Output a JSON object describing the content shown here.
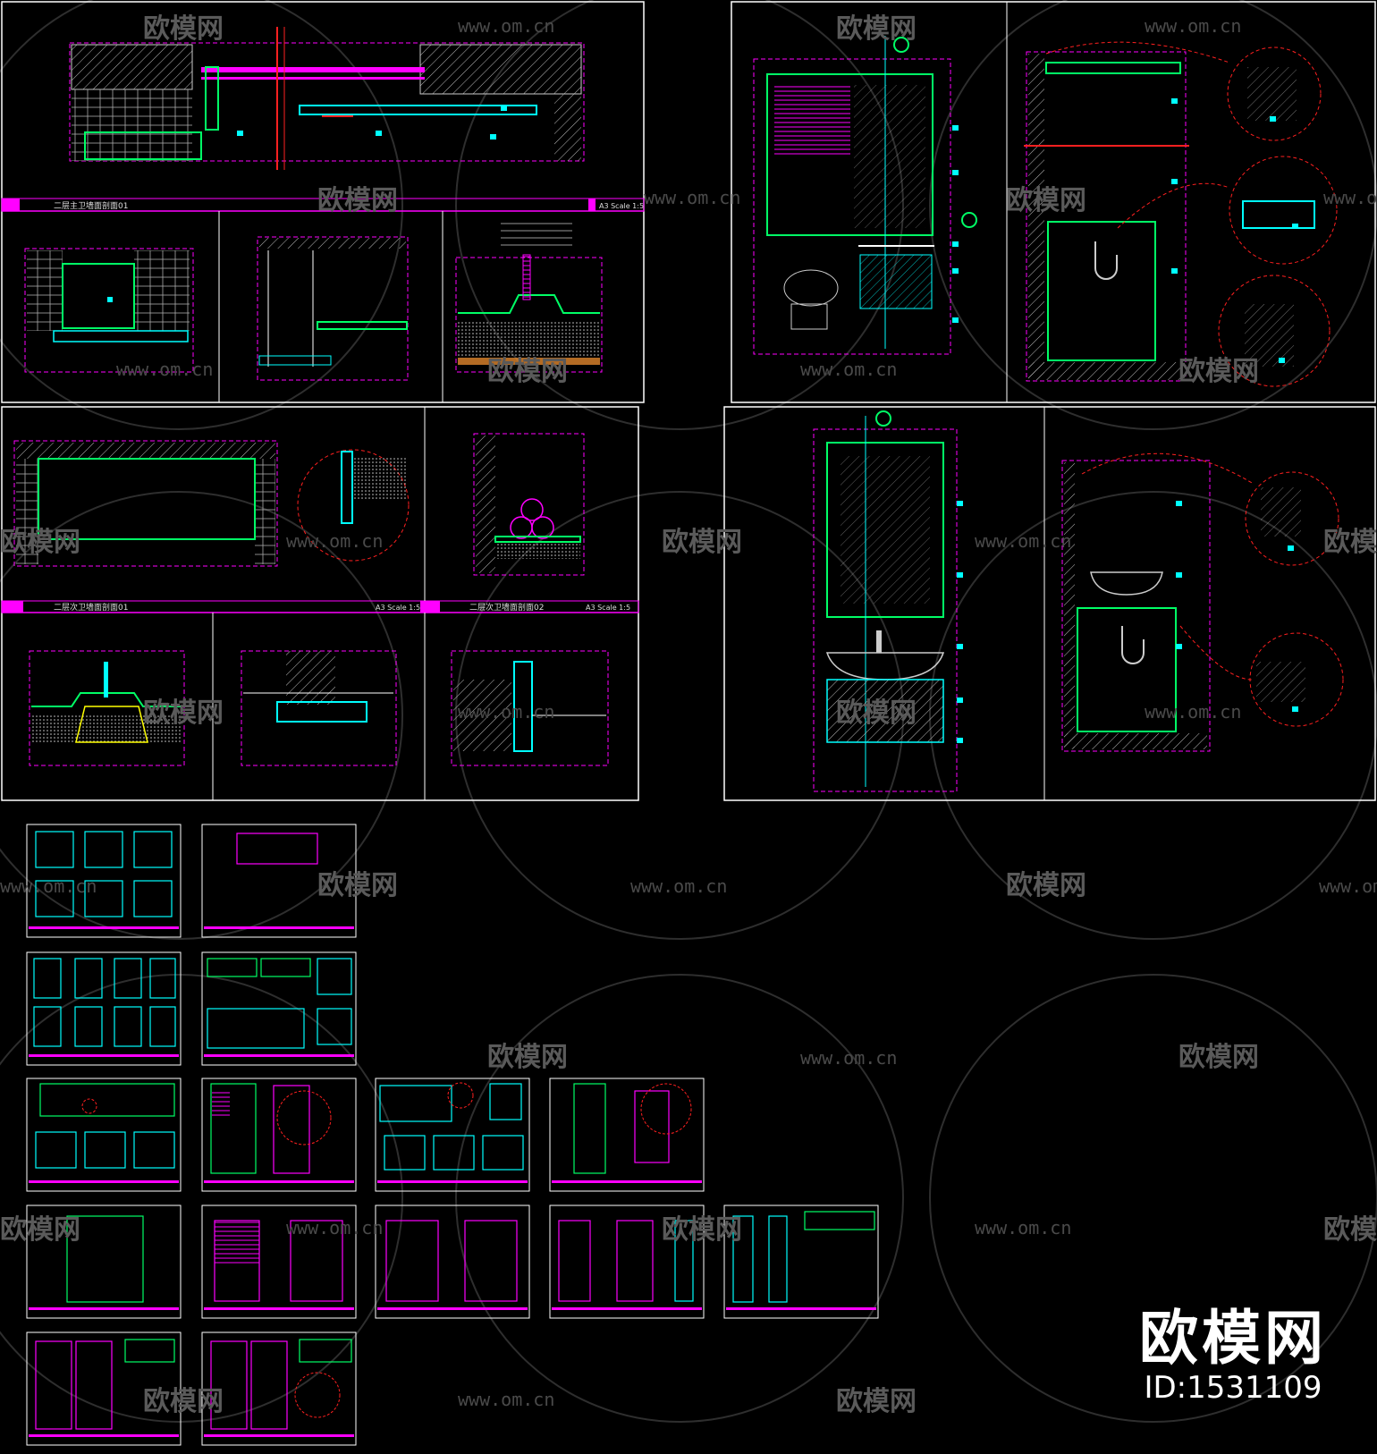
{
  "watermark": {
    "logo_text": "欧模网",
    "url": "www.om.cn"
  },
  "brand": {
    "name": "欧模网",
    "id": "ID:1531109"
  },
  "sheets": {
    "s1_title": "二层主卫墙面剖面01",
    "s1_scale": "A3 Scale 1:5",
    "s3_title_left": "二层次卫墙面剖面01",
    "s3_scale_left": "A3 Scale 1:5",
    "s3_title_right": "二层次卫墙面剖面02",
    "s3_scale_right": "A3 Scale 1:5"
  },
  "colors": {
    "magenta": "#ff00ff",
    "cyan": "#00ffff",
    "green": "#00ff66",
    "yellow": "#ffff00",
    "red": "#ff2020",
    "white": "#ffffff",
    "watermark": "#555555"
  }
}
